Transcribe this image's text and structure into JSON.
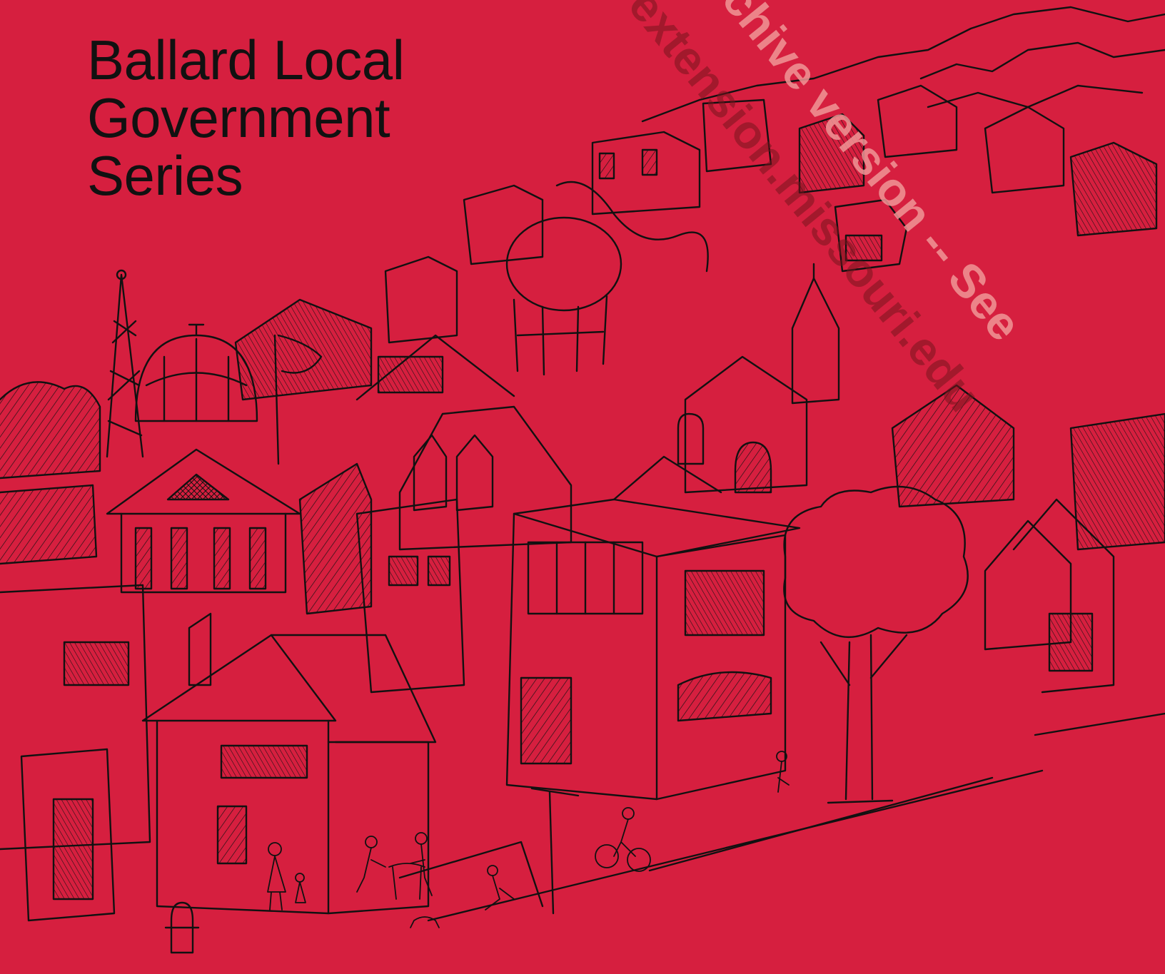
{
  "document": {
    "title_lines": [
      "Ballard Local",
      "Government",
      "Series"
    ]
  },
  "watermark": {
    "line1": "Archive version -- See",
    "line2": "extension.missouri.edu"
  },
  "colors": {
    "background": "#d61f3f",
    "ink": "#111111"
  },
  "illustration": {
    "subject": "hand-drawn-town-illustration"
  }
}
